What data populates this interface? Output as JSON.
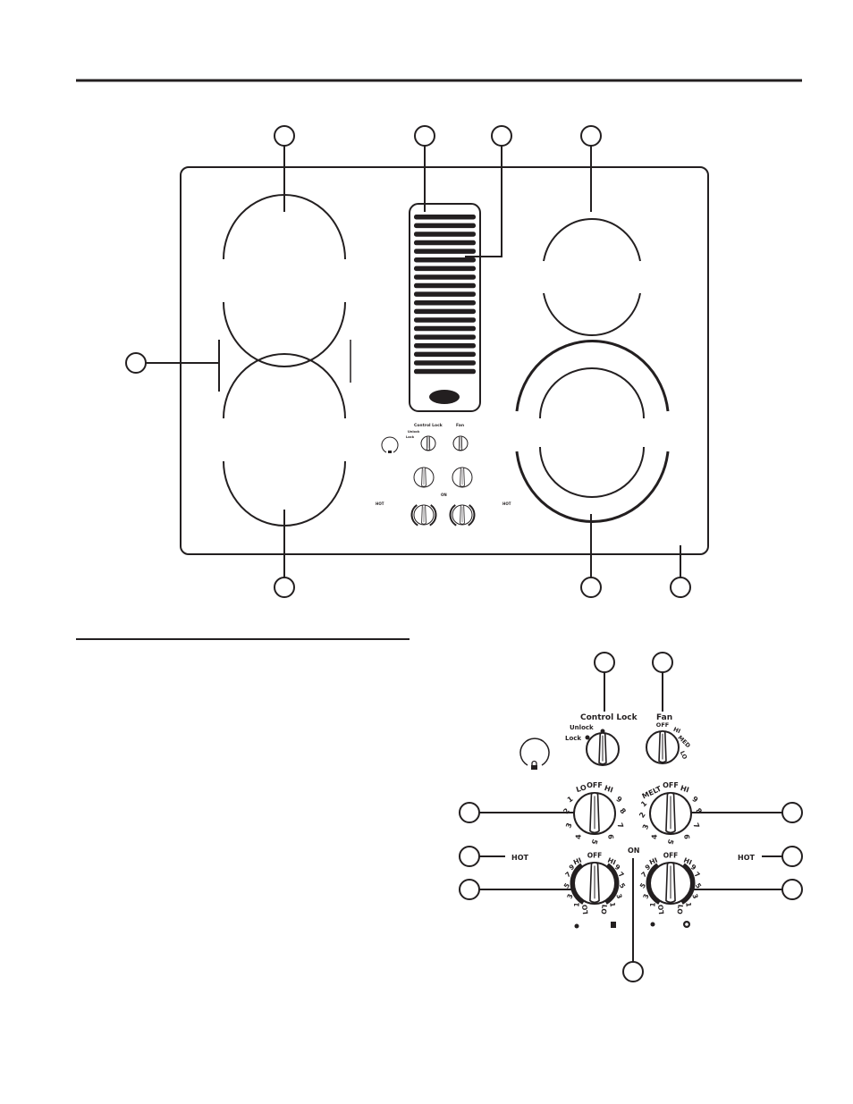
{
  "panel": {
    "control_lock": "Control Lock",
    "unlock": "Unlock",
    "lock": "Lock",
    "fan": "Fan",
    "hot": "HOT",
    "on": "ON",
    "off": "OFF"
  },
  "fan_knob": {
    "labels": [
      "OFF",
      "HI",
      "MED",
      "LO"
    ]
  },
  "knobs": {
    "left_top": [
      "OFF",
      "LO",
      "1",
      "2",
      "3",
      "4",
      "5",
      "6",
      "7",
      "8",
      "9",
      "HI"
    ],
    "right_top": [
      "OFF",
      "MELT",
      "1",
      "2",
      "3",
      "4",
      "5",
      "6",
      "7",
      "8",
      "9",
      "HI"
    ],
    "left_bottom": [
      "OFF",
      "HI",
      "9",
      "7",
      "5",
      "3",
      "1",
      "LO",
      "LO",
      "1",
      "3",
      "5",
      "7",
      "9",
      "HI"
    ],
    "right_bottom": [
      "OFF",
      "HI",
      "9",
      "7",
      "5",
      "3",
      "1",
      "LO",
      "LO",
      "1",
      "3",
      "5",
      "7",
      "9",
      "HI"
    ]
  },
  "callout_count": 17,
  "colors": {
    "ink": "#231f20",
    "background": "#ffffff"
  }
}
